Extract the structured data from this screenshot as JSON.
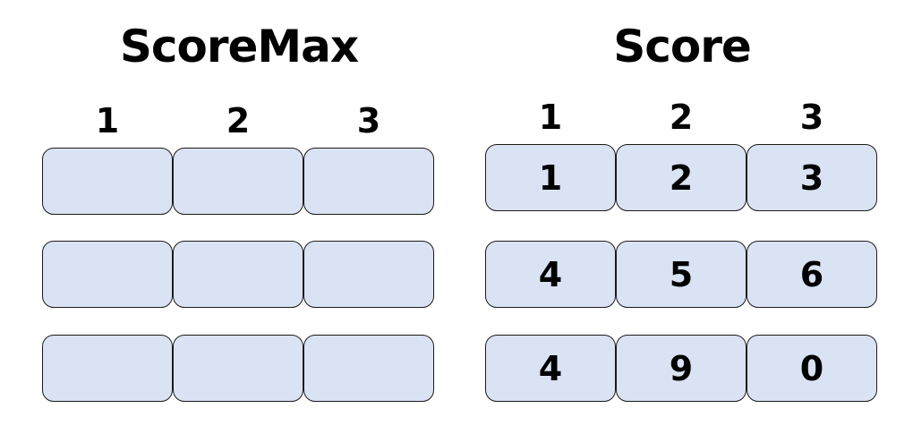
{
  "panels": [
    {
      "title": "ScoreMax",
      "columns": [
        "1",
        "2",
        "3"
      ],
      "rows": [
        [
          "",
          "",
          ""
        ],
        [
          "",
          "",
          ""
        ],
        [
          "",
          "",
          ""
        ]
      ]
    },
    {
      "title": "Score",
      "columns": [
        "1",
        "2",
        "3"
      ],
      "rows": [
        [
          "1",
          "2",
          "3"
        ],
        [
          "4",
          "5",
          "6"
        ],
        [
          "4",
          "9",
          "0"
        ]
      ]
    }
  ],
  "colors": {
    "cell_fill": "#dae3f3",
    "cell_border": "#1a1a1a",
    "text": "#000000"
  }
}
